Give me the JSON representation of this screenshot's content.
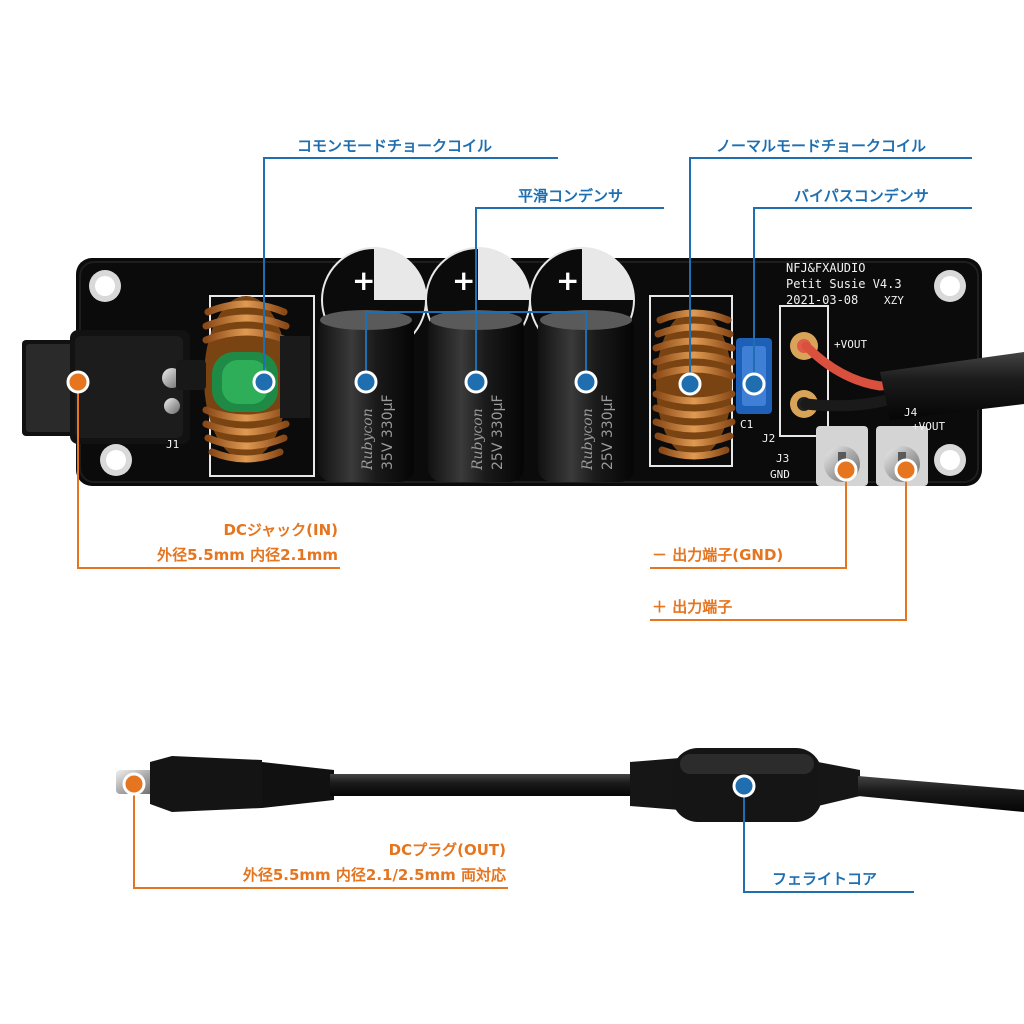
{
  "colors": {
    "callout_blue": "#1f6fb0",
    "callout_orange": "#e5751f",
    "pcb": "#0b0b0b",
    "copper": "#c57a32"
  },
  "labels": {
    "common_mode_choke": "コモンモードチョークコイル",
    "smoothing_capacitor": "平滑コンデンサ",
    "normal_mode_choke": "ノーマルモードチョークコイル",
    "bypass_capacitor": "バイパスコンデンサ",
    "dc_jack_line1": "DCジャック(IN)",
    "dc_jack_line2": "外径5.5mm 内径2.1mm",
    "minus_terminal": "－ 出力端子(GND)",
    "plus_terminal": "＋ 出力端子",
    "dc_plug_line1": "DCプラグ(OUT)",
    "dc_plug_line2": "外径5.5mm 内径2.1/2.5mm 両対応",
    "ferrite_core": "フェライトコア"
  },
  "silkscreen": {
    "brand": "NFJ&FXAUDIO",
    "model": "Petit Susie V4.3",
    "date": "2021-03-08",
    "sig": "XZY",
    "vout_plus": "+VOUT",
    "vout_plus2": "+VOUT",
    "j1": "J1",
    "j2": "J2",
    "j3": "J3",
    "j4": "J4",
    "gnd": "GND",
    "c1": "C1"
  },
  "capacitors": [
    {
      "brand": "Rubycon",
      "rating": "35V 330μF"
    },
    {
      "brand": "Rubycon",
      "rating": "25V 330μF"
    },
    {
      "brand": "Rubycon",
      "rating": "25V 330μF"
    }
  ]
}
